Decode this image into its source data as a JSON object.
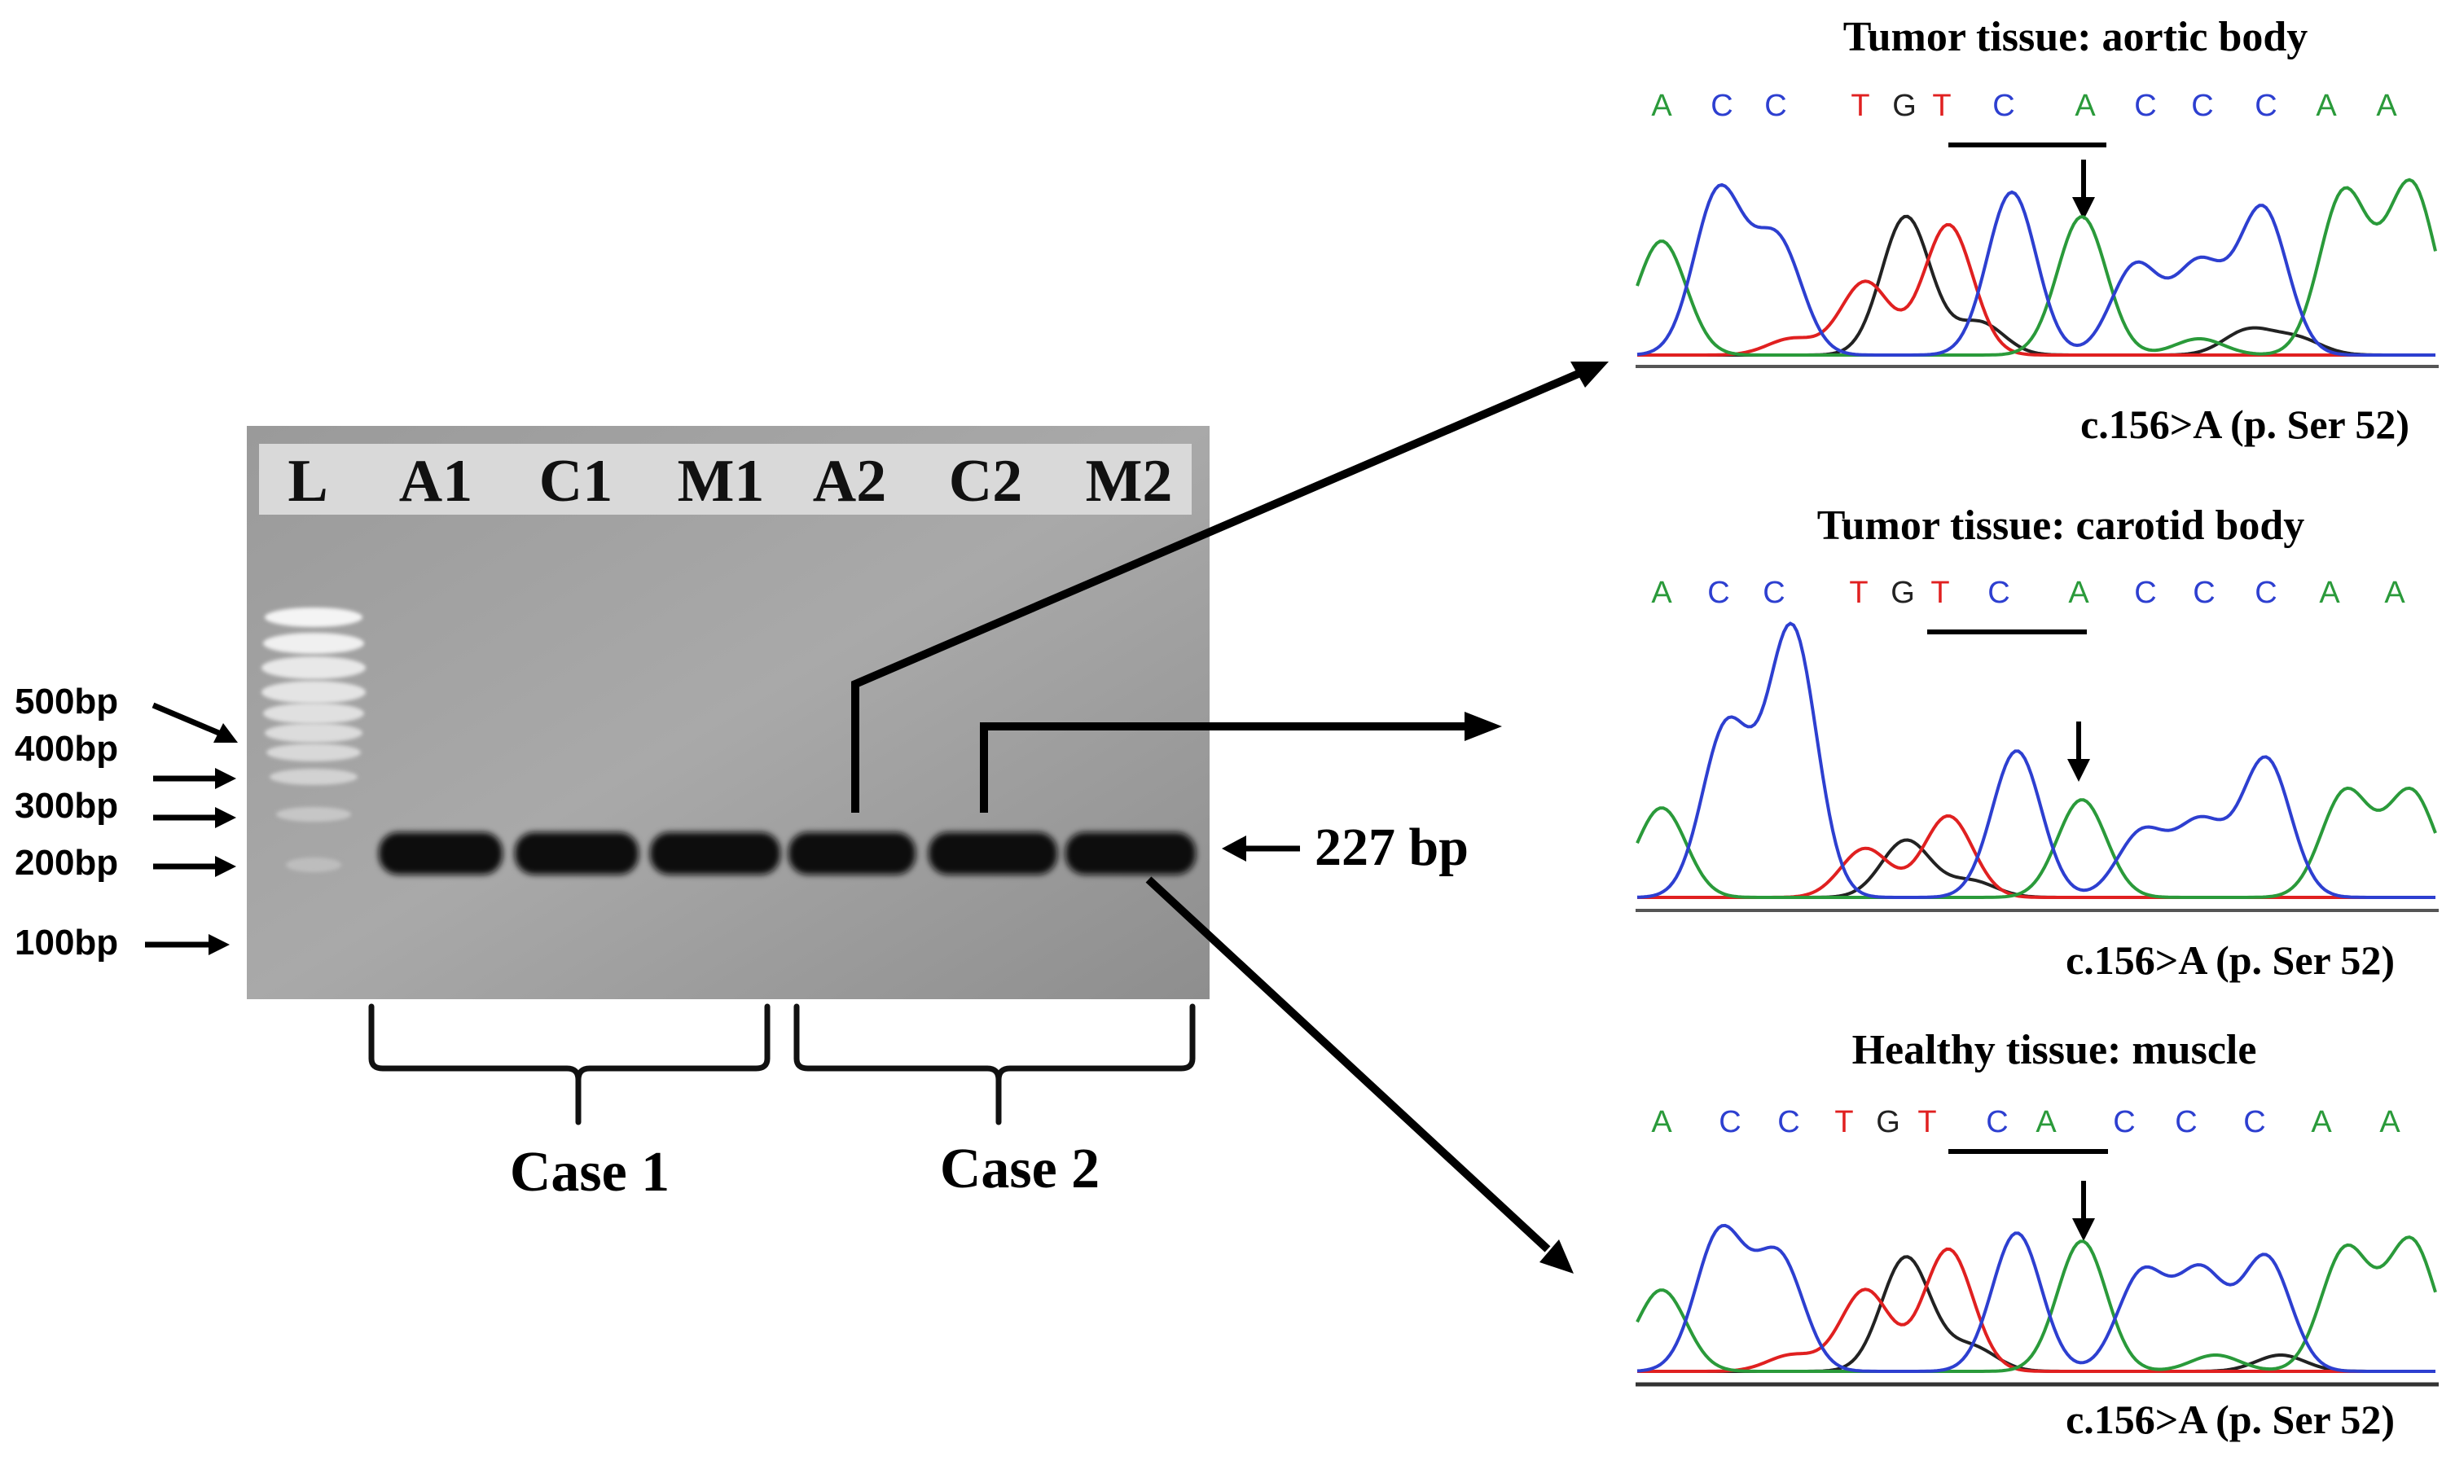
{
  "gel": {
    "lane_labels": [
      "L",
      "A1",
      "C1",
      "M1",
      "A2",
      "C2",
      "M2"
    ],
    "ladder_labels": [
      "500bp",
      "400bp",
      "300bp",
      "200bp",
      "100bp"
    ],
    "product_label": "227 bp",
    "groups": [
      "Case 1",
      "Case 2"
    ]
  },
  "panels": [
    {
      "title": "Tumor tissue: aortic body",
      "bases": [
        "A",
        "C",
        "C",
        "T",
        "G",
        "T",
        "C",
        "A",
        "C",
        "C",
        "C",
        "A",
        "A"
      ],
      "mutation": "c.156>A (p. Ser 52)"
    },
    {
      "title": "Tumor tissue: carotid body",
      "bases": [
        "A",
        "C",
        "C",
        "T",
        "G",
        "T",
        "C",
        "A",
        "C",
        "C",
        "C",
        "A",
        "A"
      ],
      "mutation": "c.156>A (p. Ser 52)"
    },
    {
      "title": "Healthy tissue: muscle",
      "bases": [
        "A",
        "C",
        "C",
        "T",
        "G",
        "T",
        "C",
        "A",
        "C",
        "C",
        "C",
        "A",
        "A"
      ],
      "mutation": "c.156>A (p. Ser 52)"
    }
  ],
  "colors": {
    "A": "#2a9a3a",
    "C": "#2d3fd0",
    "G": "#222222",
    "T": "#e02020"
  }
}
